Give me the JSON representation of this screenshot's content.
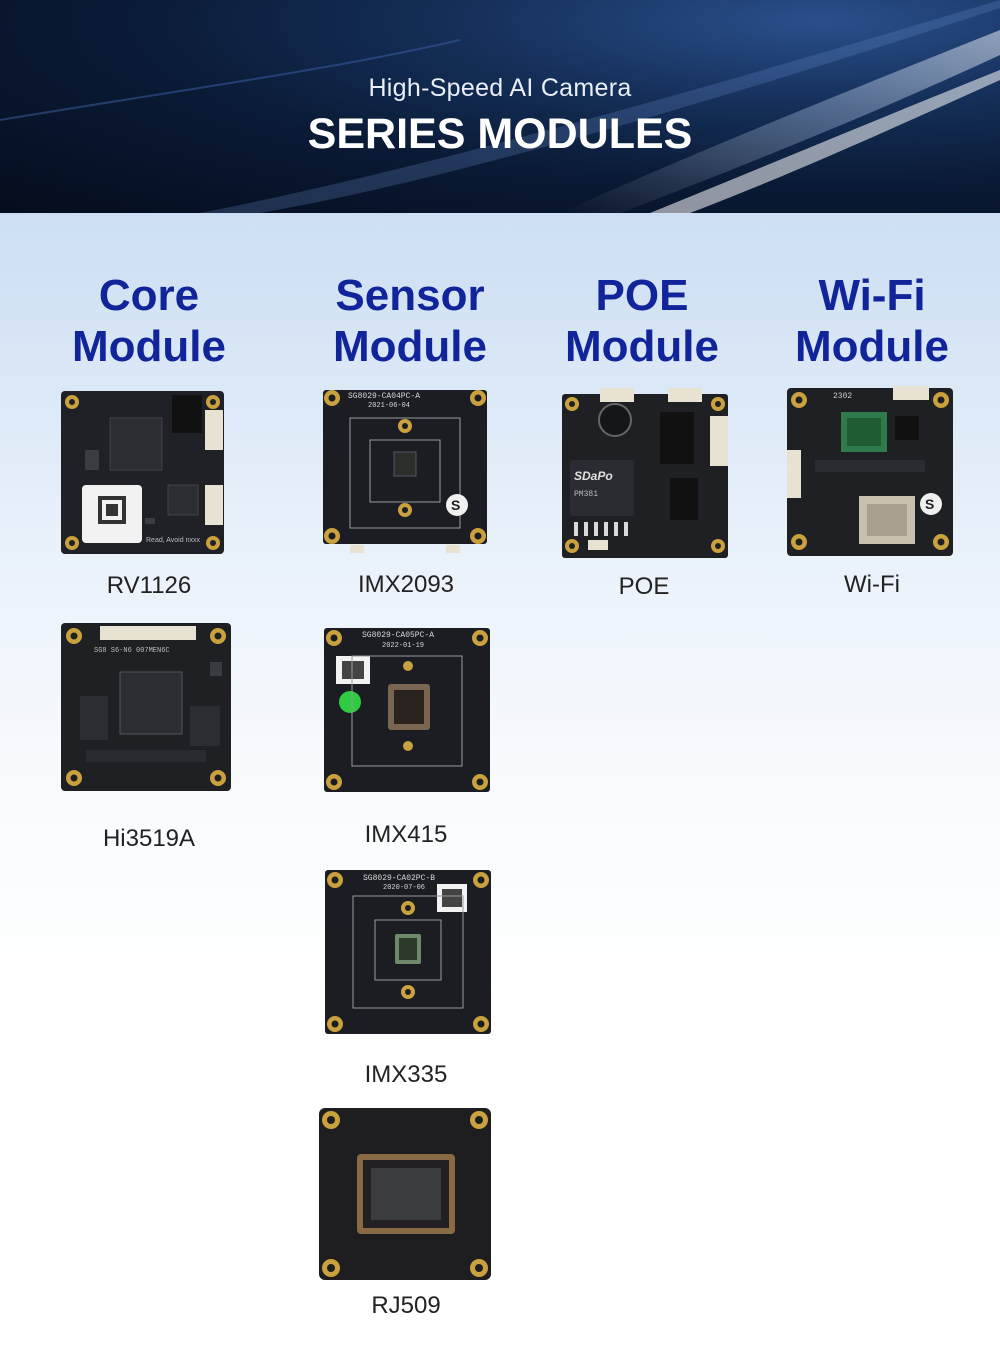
{
  "banner": {
    "subtitle": "High-Speed AI Camera",
    "title": "SERIES MODULES"
  },
  "columns": [
    {
      "line1": "Core",
      "line2": "Module"
    },
    {
      "line1": "Sensor",
      "line2": "Module"
    },
    {
      "line1": "POE",
      "line2": "Module"
    },
    {
      "line1": "Wi-Fi",
      "line2": "Module"
    }
  ],
  "products": [
    {
      "name": "RV1126",
      "board_text": "Read, Avoid nxxx"
    },
    {
      "name": "IMX2093",
      "board_text": "SG8029-CA04PC-A",
      "board_date": "2021-06-04"
    },
    {
      "name": "POE",
      "board_text": "SDaPo",
      "board_sub": "PM381"
    },
    {
      "name": "Wi-Fi",
      "board_text": "2302"
    },
    {
      "name": "Hi3519A",
      "board_text": "SG8 S6-N6 007MEN6C"
    },
    {
      "name": "IMX415",
      "board_text": "SG8029-CA05PC-A",
      "board_date": "2022-01-19"
    },
    {
      "name": "IMX335",
      "board_text": "SG8029-CA02PC-B",
      "board_date": "2020-07-06"
    },
    {
      "name": "RJ509"
    }
  ],
  "colors": {
    "heading": "#12249a",
    "banner_dark": "#050c1c",
    "pcb": "#1c1d22",
    "gold": "#c9a13e"
  }
}
